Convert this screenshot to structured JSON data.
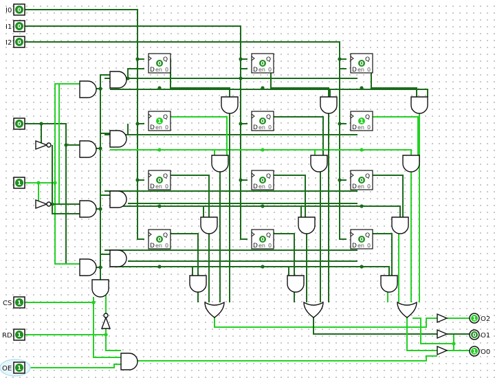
{
  "inputs": [
    {
      "label": "I0",
      "value": "0"
    },
    {
      "label": "I1",
      "value": "0"
    },
    {
      "label": "I2",
      "value": "0"
    },
    {
      "label": "",
      "value": "0"
    },
    {
      "label": "",
      "value": "1"
    },
    {
      "label": "CS",
      "value": "1"
    },
    {
      "label": "RD",
      "value": "1"
    },
    {
      "label": "OE",
      "value": "1"
    }
  ],
  "outputs": [
    {
      "label": "O2",
      "value": "1"
    },
    {
      "label": "O1",
      "value": "0"
    },
    {
      "label": "O0",
      "value": "1"
    }
  ],
  "flipflops": [
    [
      "0",
      "0",
      "0"
    ],
    [
      "1",
      "0",
      "1"
    ],
    [
      "0",
      "0",
      "0"
    ],
    [
      "0",
      "0",
      "0"
    ]
  ],
  "ff_text": {
    "q": "Q",
    "d": "D",
    "en": "en",
    "zero": "0"
  },
  "colors": {
    "wire_low": "#1a6b1a",
    "wire_high": "#22d122",
    "bit_fill": "#1f8f1f"
  }
}
